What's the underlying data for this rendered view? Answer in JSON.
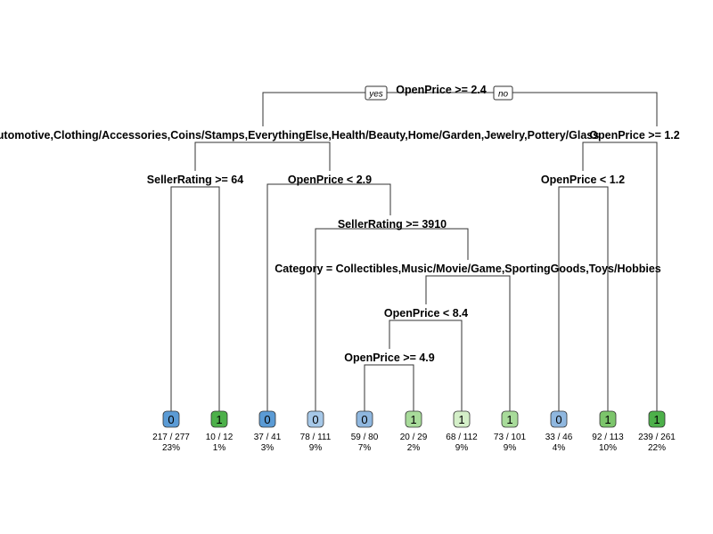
{
  "tree": {
    "root_split": "OpenPrice >= 2.4",
    "yes_label": "yes",
    "no_label": "no",
    "splits": [
      {
        "id": "category-left",
        "text": "Category = Automotive,Clothing/Accessories,Coins/Stamps,EverythingElse,Health/Beauty,Home/Garden,Jewelry,Pottery/Glass"
      },
      {
        "id": "sellerrating-64",
        "text": "SellerRating >= 64"
      },
      {
        "id": "openprice-lt-29",
        "text": "OpenPrice < 2.9"
      },
      {
        "id": "sellerrating-3910",
        "text": "SellerRating >= 3910"
      },
      {
        "id": "category-right",
        "text": "Category = Collectibles,Music/Movie/Game,SportingGoods,Toys/Hobbies"
      },
      {
        "id": "openprice-lt-84",
        "text": "OpenPrice < 8.4"
      },
      {
        "id": "openprice-ge-49",
        "text": "OpenPrice >= 4.9"
      },
      {
        "id": "openprice-ge-12",
        "text": "OpenPrice >= 1.2"
      },
      {
        "id": "openprice-lt-12",
        "text": "OpenPrice < 1.2"
      }
    ],
    "leaves": [
      {
        "cls": "0",
        "stat": "217 / 277",
        "pct": "23%",
        "color": "#5b9bd5"
      },
      {
        "cls": "1",
        "stat": "10 / 12",
        "pct": "1%",
        "color": "#4db04a"
      },
      {
        "cls": "0",
        "stat": "37 / 41",
        "pct": "3%",
        "color": "#5b9bd5"
      },
      {
        "cls": "0",
        "stat": "78 / 111",
        "pct": "9%",
        "color": "#a6c8e8"
      },
      {
        "cls": "0",
        "stat": "59 / 80",
        "pct": "7%",
        "color": "#8fb7df"
      },
      {
        "cls": "1",
        "stat": "20 / 29",
        "pct": "2%",
        "color": "#a8db9a"
      },
      {
        "cls": "1",
        "stat": "68 / 112",
        "pct": "9%",
        "color": "#d4efc8"
      },
      {
        "cls": "1",
        "stat": "73 / 101",
        "pct": "9%",
        "color": "#a8db9a"
      },
      {
        "cls": "0",
        "stat": "33 / 46",
        "pct": "4%",
        "color": "#8fb7df"
      },
      {
        "cls": "1",
        "stat": "92 / 113",
        "pct": "10%",
        "color": "#7cc56b"
      },
      {
        "cls": "1",
        "stat": "239 / 261",
        "pct": "22%",
        "color": "#4db04a"
      }
    ]
  }
}
